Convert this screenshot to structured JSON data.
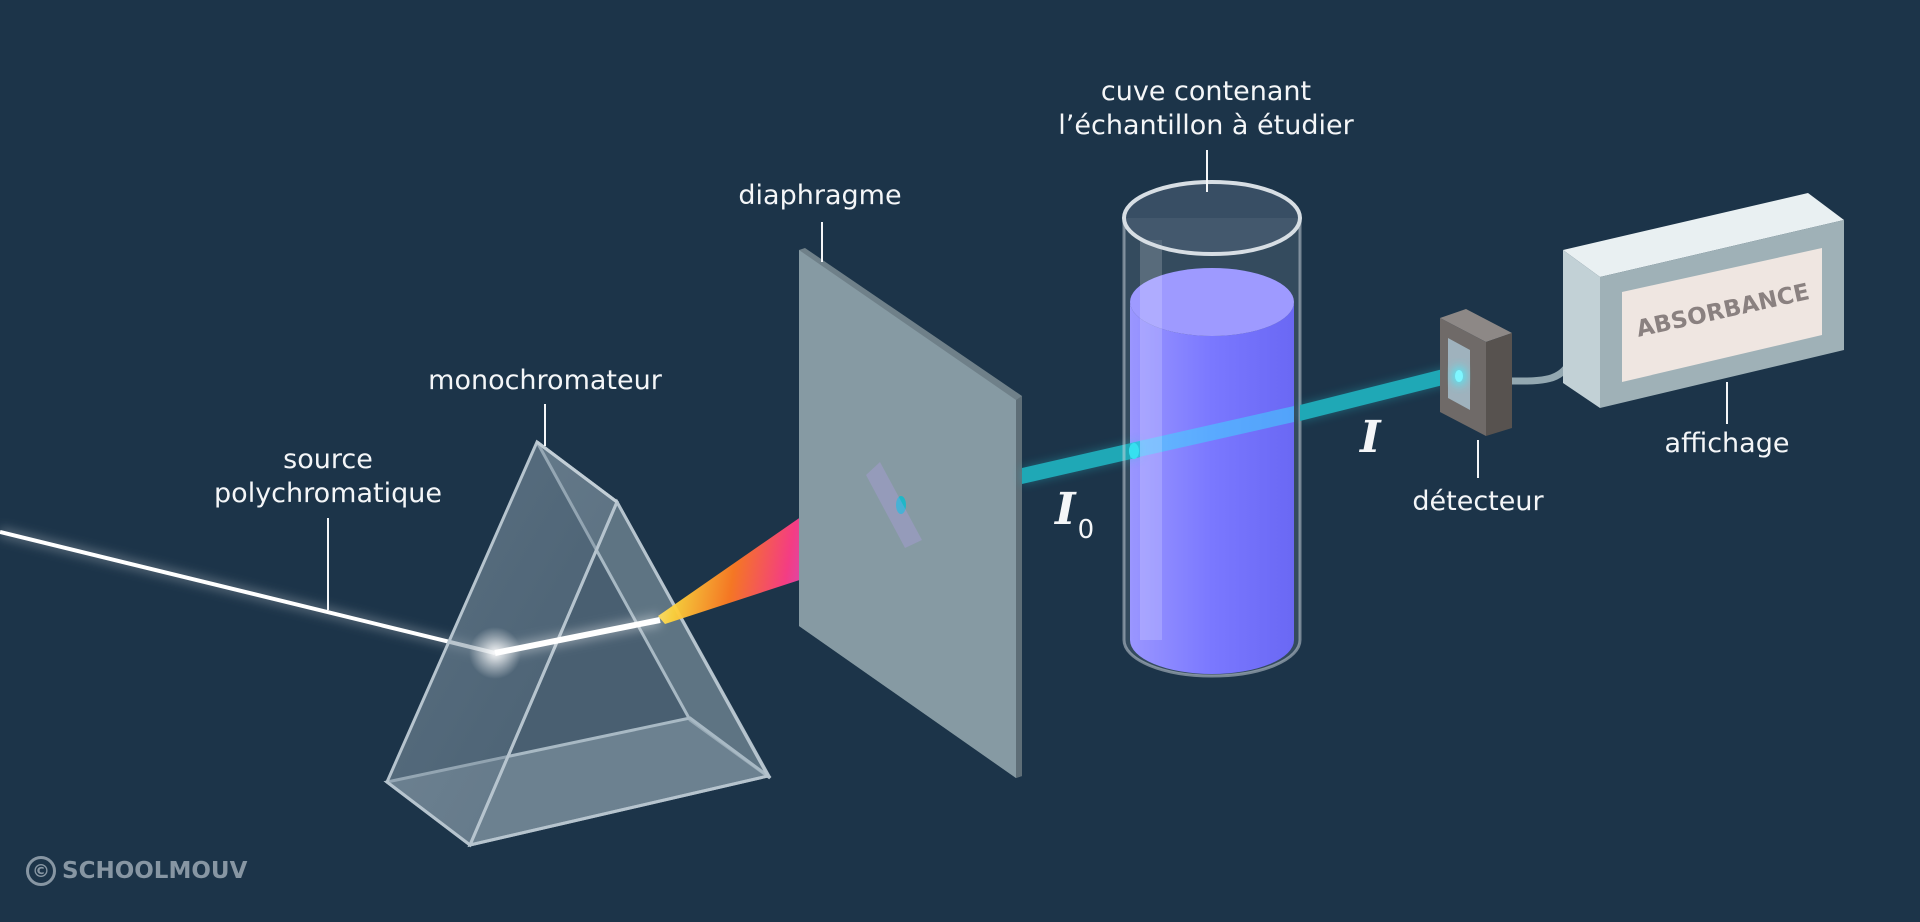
{
  "labels": {
    "source_line1": "source",
    "source_line2": "polychromatique",
    "monochromator": "monochromateur",
    "diaphragm": "diaphragme",
    "cuvette_line1": "cuve contenant",
    "cuvette_line2": "l’échantillon à étudier",
    "detector": "détecteur",
    "display": "affichage",
    "display_screen": "ABSORBANCE",
    "intensity_in": "I",
    "intensity_in_subscript": "0",
    "intensity_out": "I"
  },
  "brand": {
    "copyright_symbol": "©",
    "name": "SCHOOLMOUV"
  },
  "colors": {
    "background": "#1c3449",
    "beam": "#27c7d6",
    "solution": "#7a78ff",
    "diaphragm": "#83939c",
    "text": "#f4f6f8"
  }
}
